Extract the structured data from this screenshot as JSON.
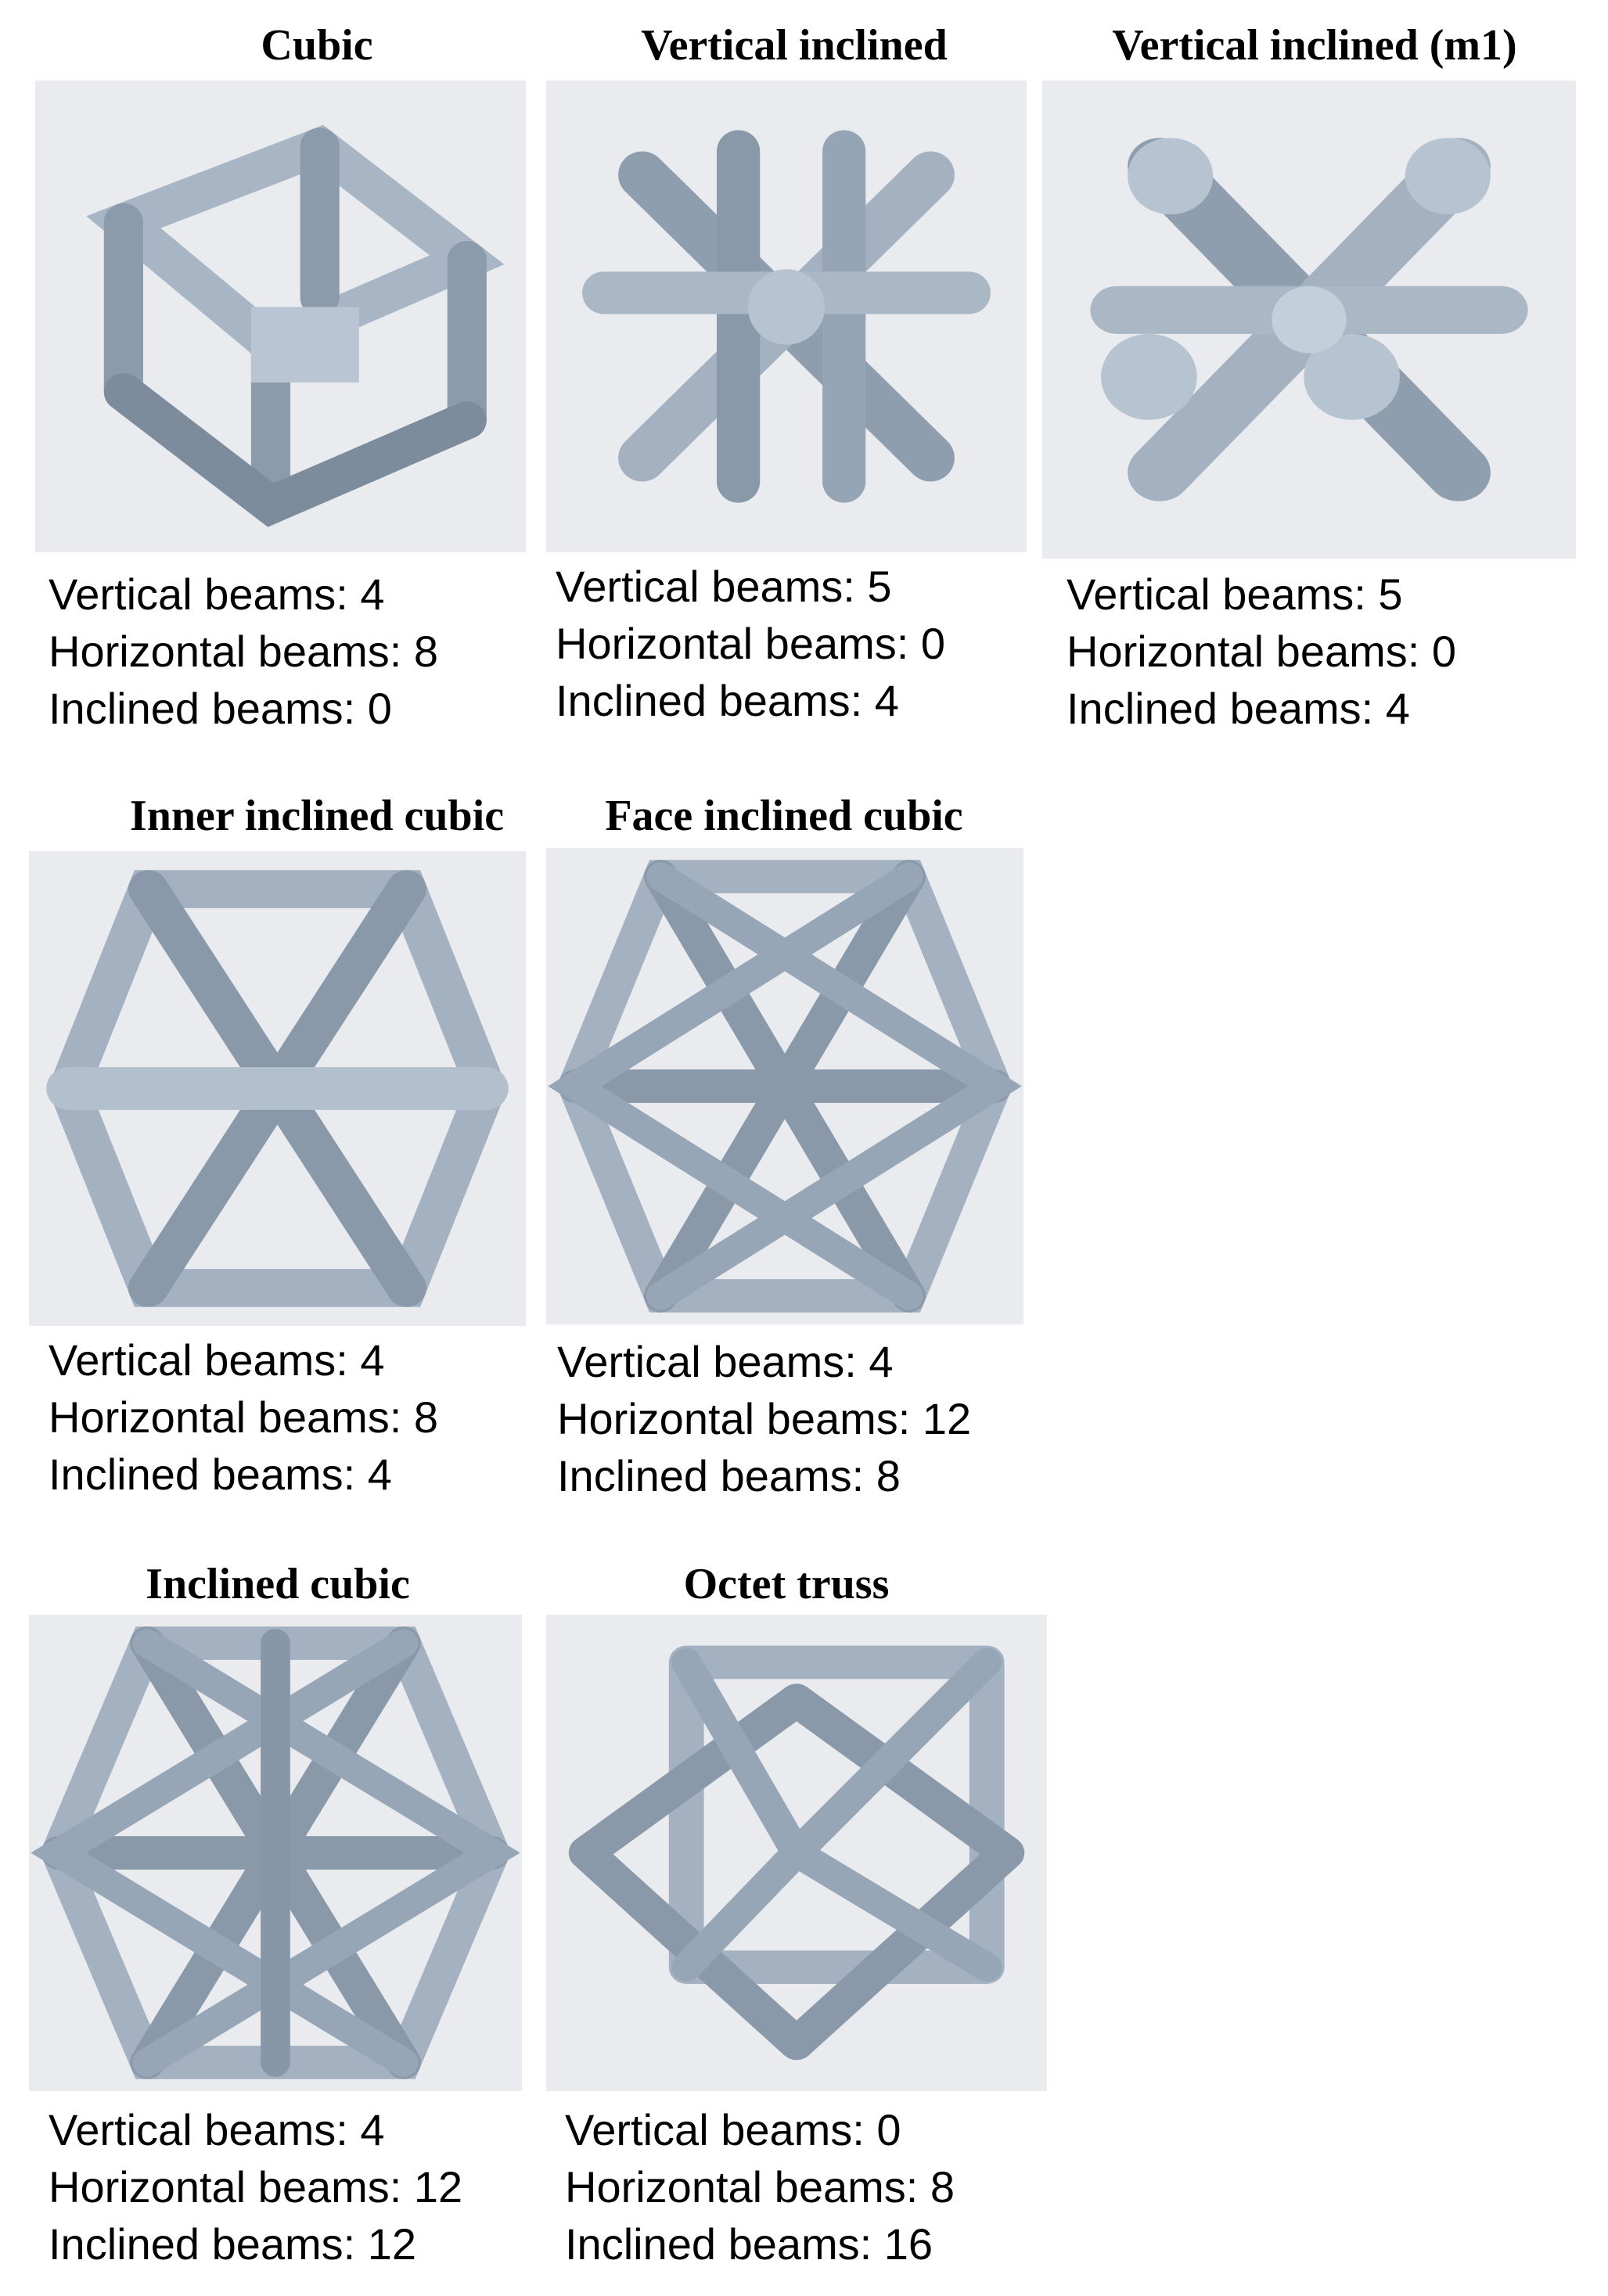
{
  "lattices": [
    {
      "name": "Cubic",
      "render_icon": "cubic-lattice-render",
      "vertical_label": "Vertical beams: 4",
      "horizontal_label": "Horizontal beams: 8",
      "inclined_label": "Inclined beams: 0"
    },
    {
      "name": "Vertical inclined",
      "render_icon": "vertical-inclined-lattice-render",
      "vertical_label": "Vertical beams: 5",
      "horizontal_label": "Horizontal beams: 0",
      "inclined_label": "Inclined beams: 4"
    },
    {
      "name": "Vertical inclined (m1)",
      "render_icon": "vertical-inclined-m1-lattice-render",
      "vertical_label": "Vertical beams: 5",
      "horizontal_label": "Horizontal beams: 0",
      "inclined_label": "Inclined beams: 4"
    },
    {
      "name": "Inner inclined cubic",
      "render_icon": "inner-inclined-cubic-lattice-render",
      "vertical_label": "Vertical beams: 4",
      "horizontal_label": "Horizontal beams: 8",
      "inclined_label": "Inclined beams: 4"
    },
    {
      "name": "Face inclined cubic",
      "render_icon": "face-inclined-cubic-lattice-render",
      "vertical_label": "Vertical beams: 4",
      "horizontal_label": "Horizontal beams: 12",
      "inclined_label": "Inclined beams: 8"
    },
    {
      "name": "Inclined cubic",
      "render_icon": "inclined-cubic-lattice-render",
      "vertical_label": "Vertical beams: 4",
      "horizontal_label": "Horizontal beams: 12",
      "inclined_label": "Inclined beams: 12"
    },
    {
      "name": "Octet truss",
      "render_icon": "octet-truss-lattice-render",
      "vertical_label": "Vertical beams: 0",
      "horizontal_label": "Horizontal beams: 8",
      "inclined_label": "Inclined beams: 16"
    }
  ],
  "colors": {
    "image_background": "#e9ebee",
    "beam_fill": "#9aa9b9",
    "beam_highlight": "#c3cfdb",
    "beam_shadow": "#6f7e8e"
  }
}
